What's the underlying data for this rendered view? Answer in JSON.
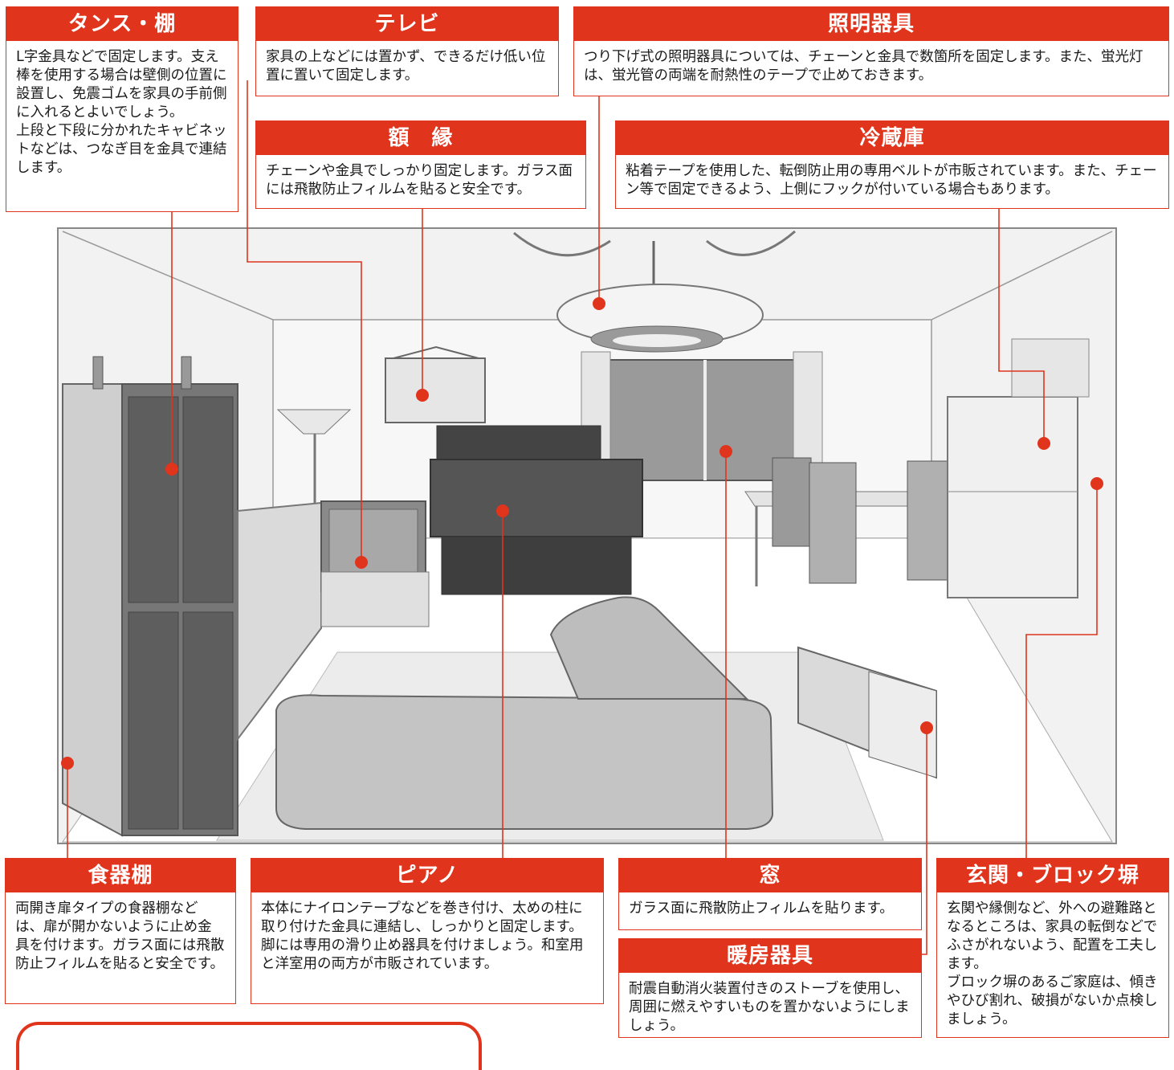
{
  "cards": {
    "tansu": {
      "title": "タンス・棚",
      "body": "L字金具などで固定します。支え棒を使用する場合は壁側の位置に設置し、免震ゴムを家具の手前側に入れるとよいでしょう。\n上段と下段に分かれたキャビネットなどは、つなぎ目を金具で連結します。"
    },
    "tv": {
      "title": "テレビ",
      "body": "家具の上などには置かず、できるだけ低い位置に置いて固定します。"
    },
    "lighting": {
      "title": "照明器具",
      "body": "つり下げ式の照明器具については、チェーンと金具で数箇所を固定します。また、蛍光灯は、蛍光管の両端を耐熱性のテープで止めておきます。"
    },
    "frame": {
      "title": "額　縁",
      "body": "チェーンや金具でしっかり固定します。ガラス面には飛散防止フィルムを貼ると安全です。"
    },
    "fridge": {
      "title": "冷蔵庫",
      "body": "粘着テープを使用した、転倒防止用の専用ベルトが市販されています。また、チェーン等で固定できるよう、上側にフックが付いている場合もあります。"
    },
    "cupboard": {
      "title": "食器棚",
      "body": "両開き扉タイプの食器棚などは、扉が開かないように止め金具を付けます。ガラス面には飛散防止フィルムを貼ると安全です。"
    },
    "piano": {
      "title": "ピアノ",
      "body": "本体にナイロンテープなどを巻き付け、太めの柱に取り付けた金具に連結し、しっかりと固定します。脚には専用の滑り止め器具を付けましょう。和室用と洋室用の両方が市販されています。"
    },
    "window": {
      "title": "窓",
      "body": "ガラス面に飛散防止フィルムを貼ります。"
    },
    "heater": {
      "title": "暖房器具",
      "body": "耐震自動消火装置付きのストーブを使用し、周囲に燃えやすいものを置かないようにしましょう。"
    },
    "entrance": {
      "title": "玄関・ブロック塀",
      "body": "玄関や縁側など、外への避難路となるところは、家具の転倒などでふさがれないよう、配置を工夫します。\nブロック塀のあるご家庭は、傾きやひび割れ、破損がないか点検しましょう。"
    }
  },
  "colors": {
    "accent": "#e0341c",
    "furniture": "#7a7a7a",
    "light_gray": "#d6d6d6"
  }
}
